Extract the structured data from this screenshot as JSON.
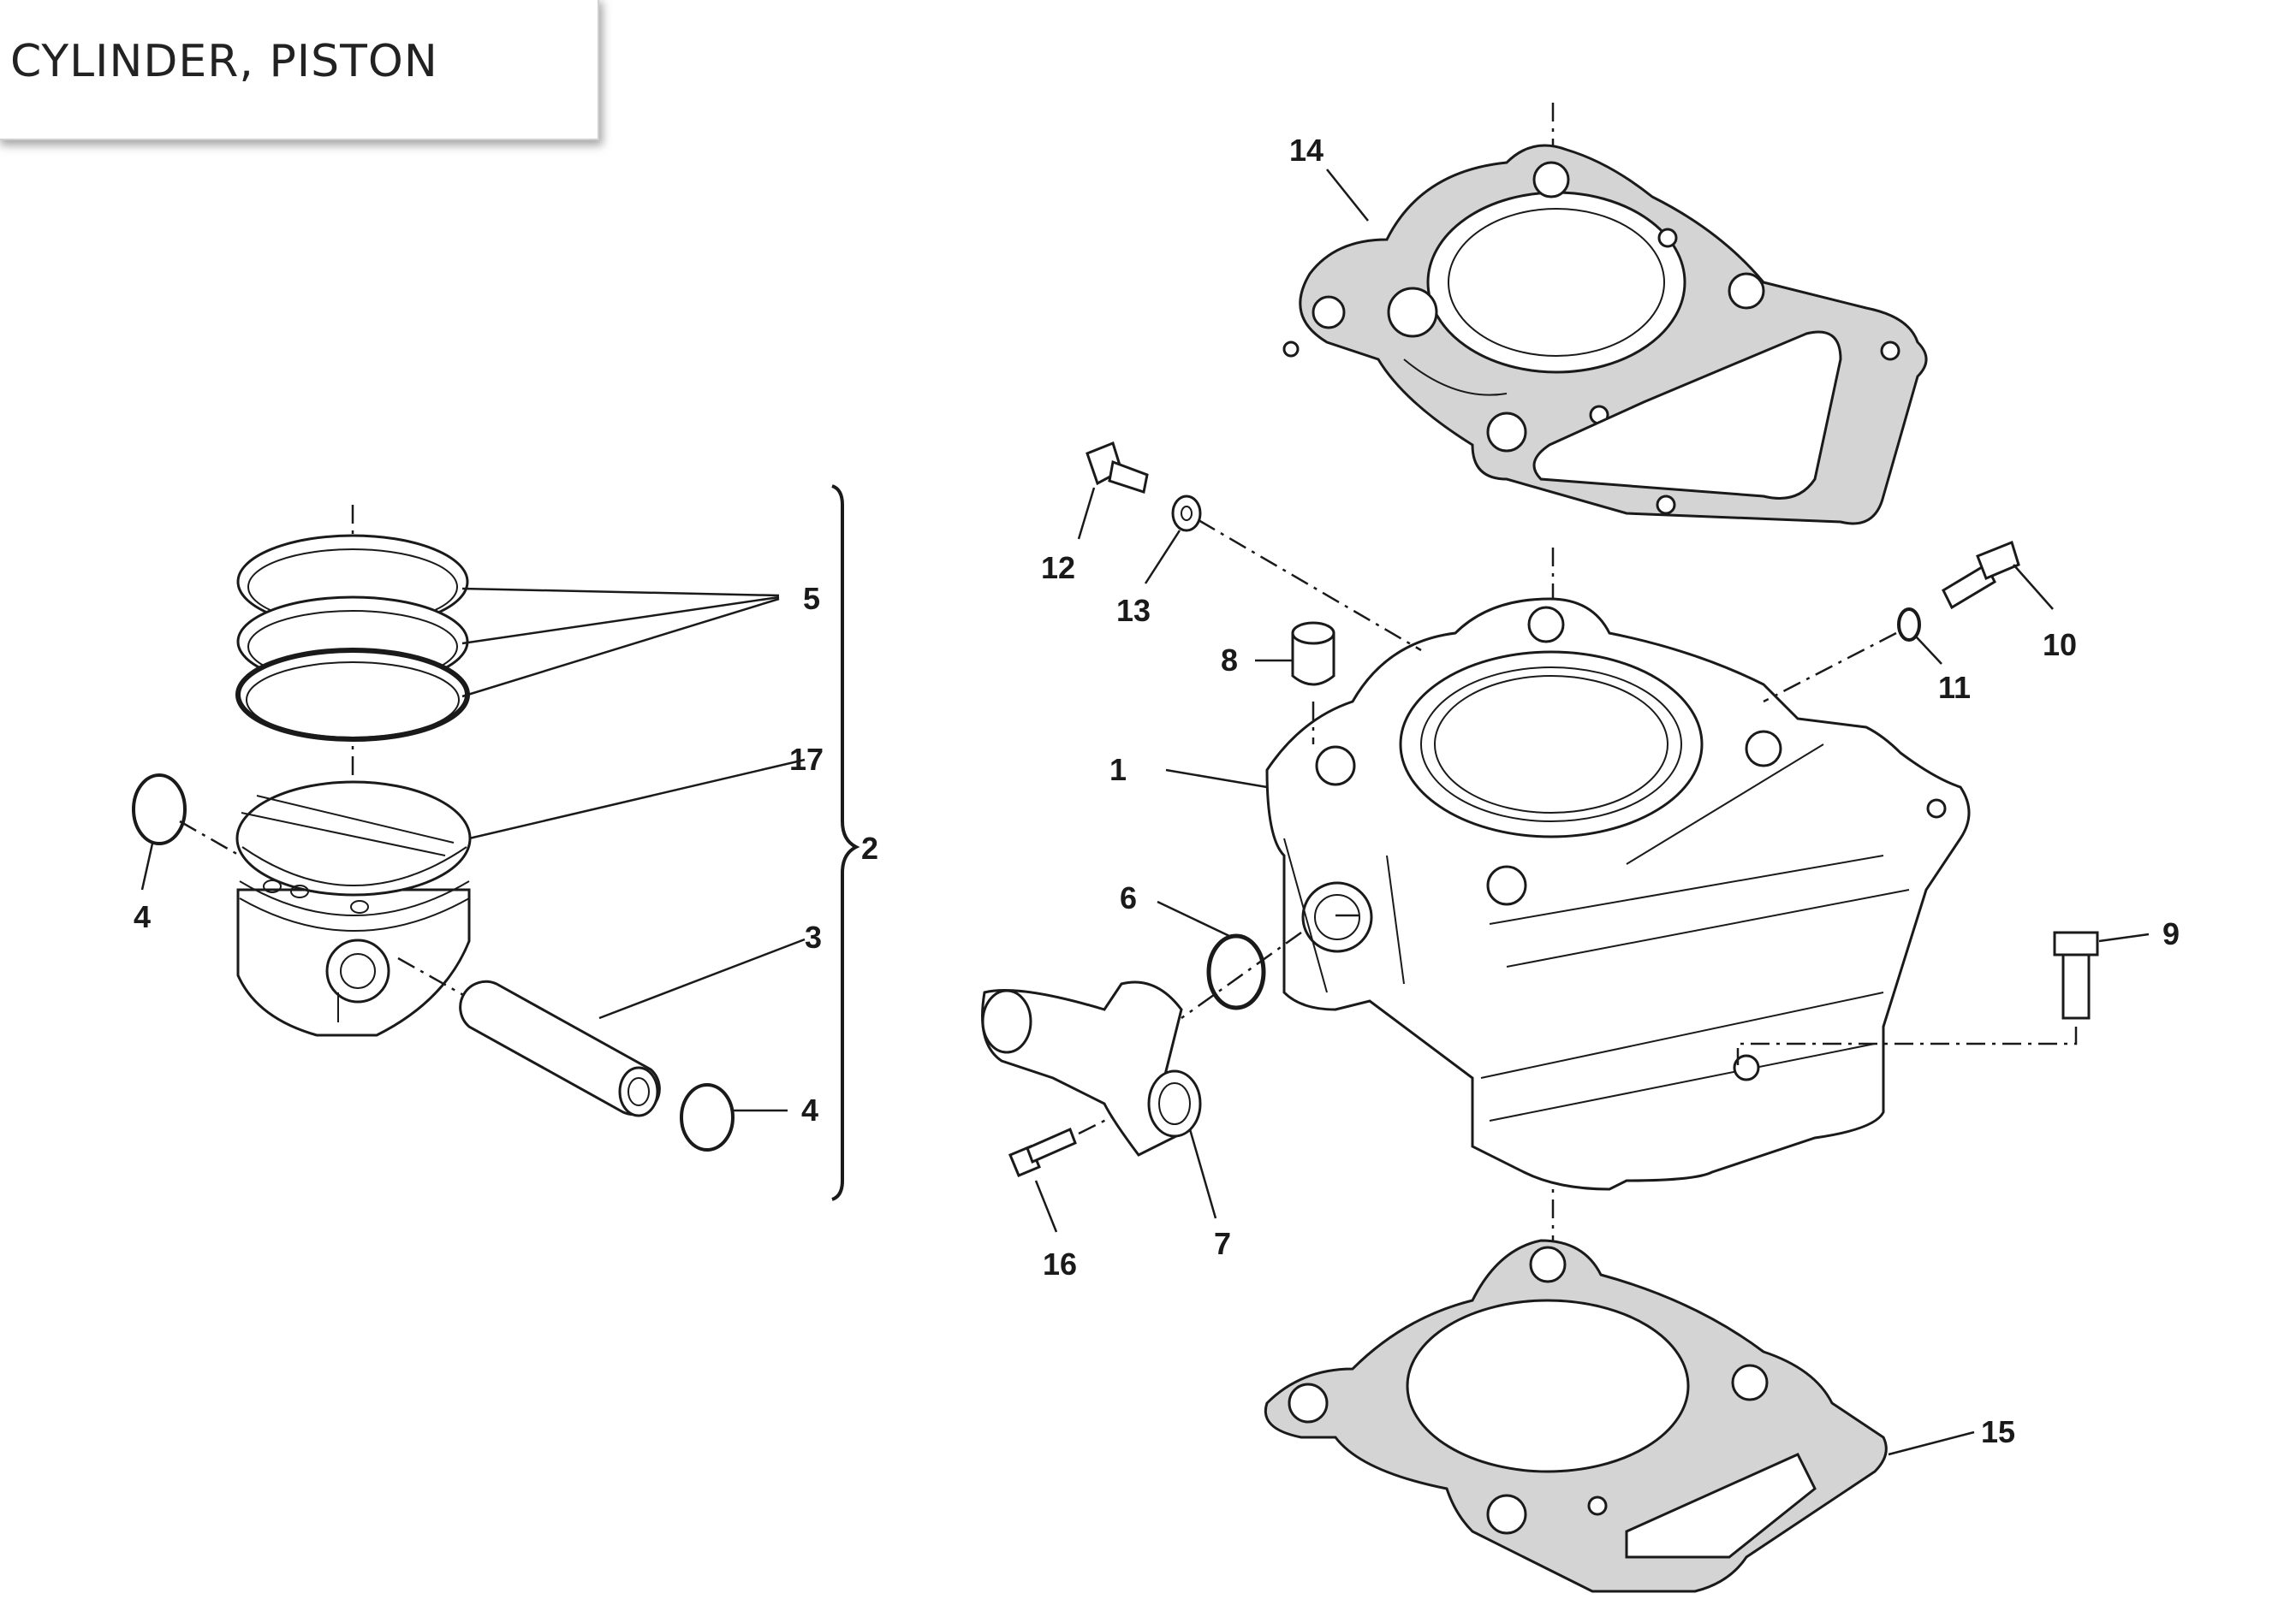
{
  "title": "CYLINDER, PISTON",
  "callouts": [
    "1",
    "2",
    "3",
    "4",
    "4",
    "5",
    "6",
    "7",
    "8",
    "9",
    "10",
    "11",
    "12",
    "13",
    "14",
    "15",
    "16",
    "17"
  ],
  "colors": {
    "line": "#1a1a1a",
    "gasket_fill": "#d4d4d4",
    "background": "#ffffff"
  }
}
